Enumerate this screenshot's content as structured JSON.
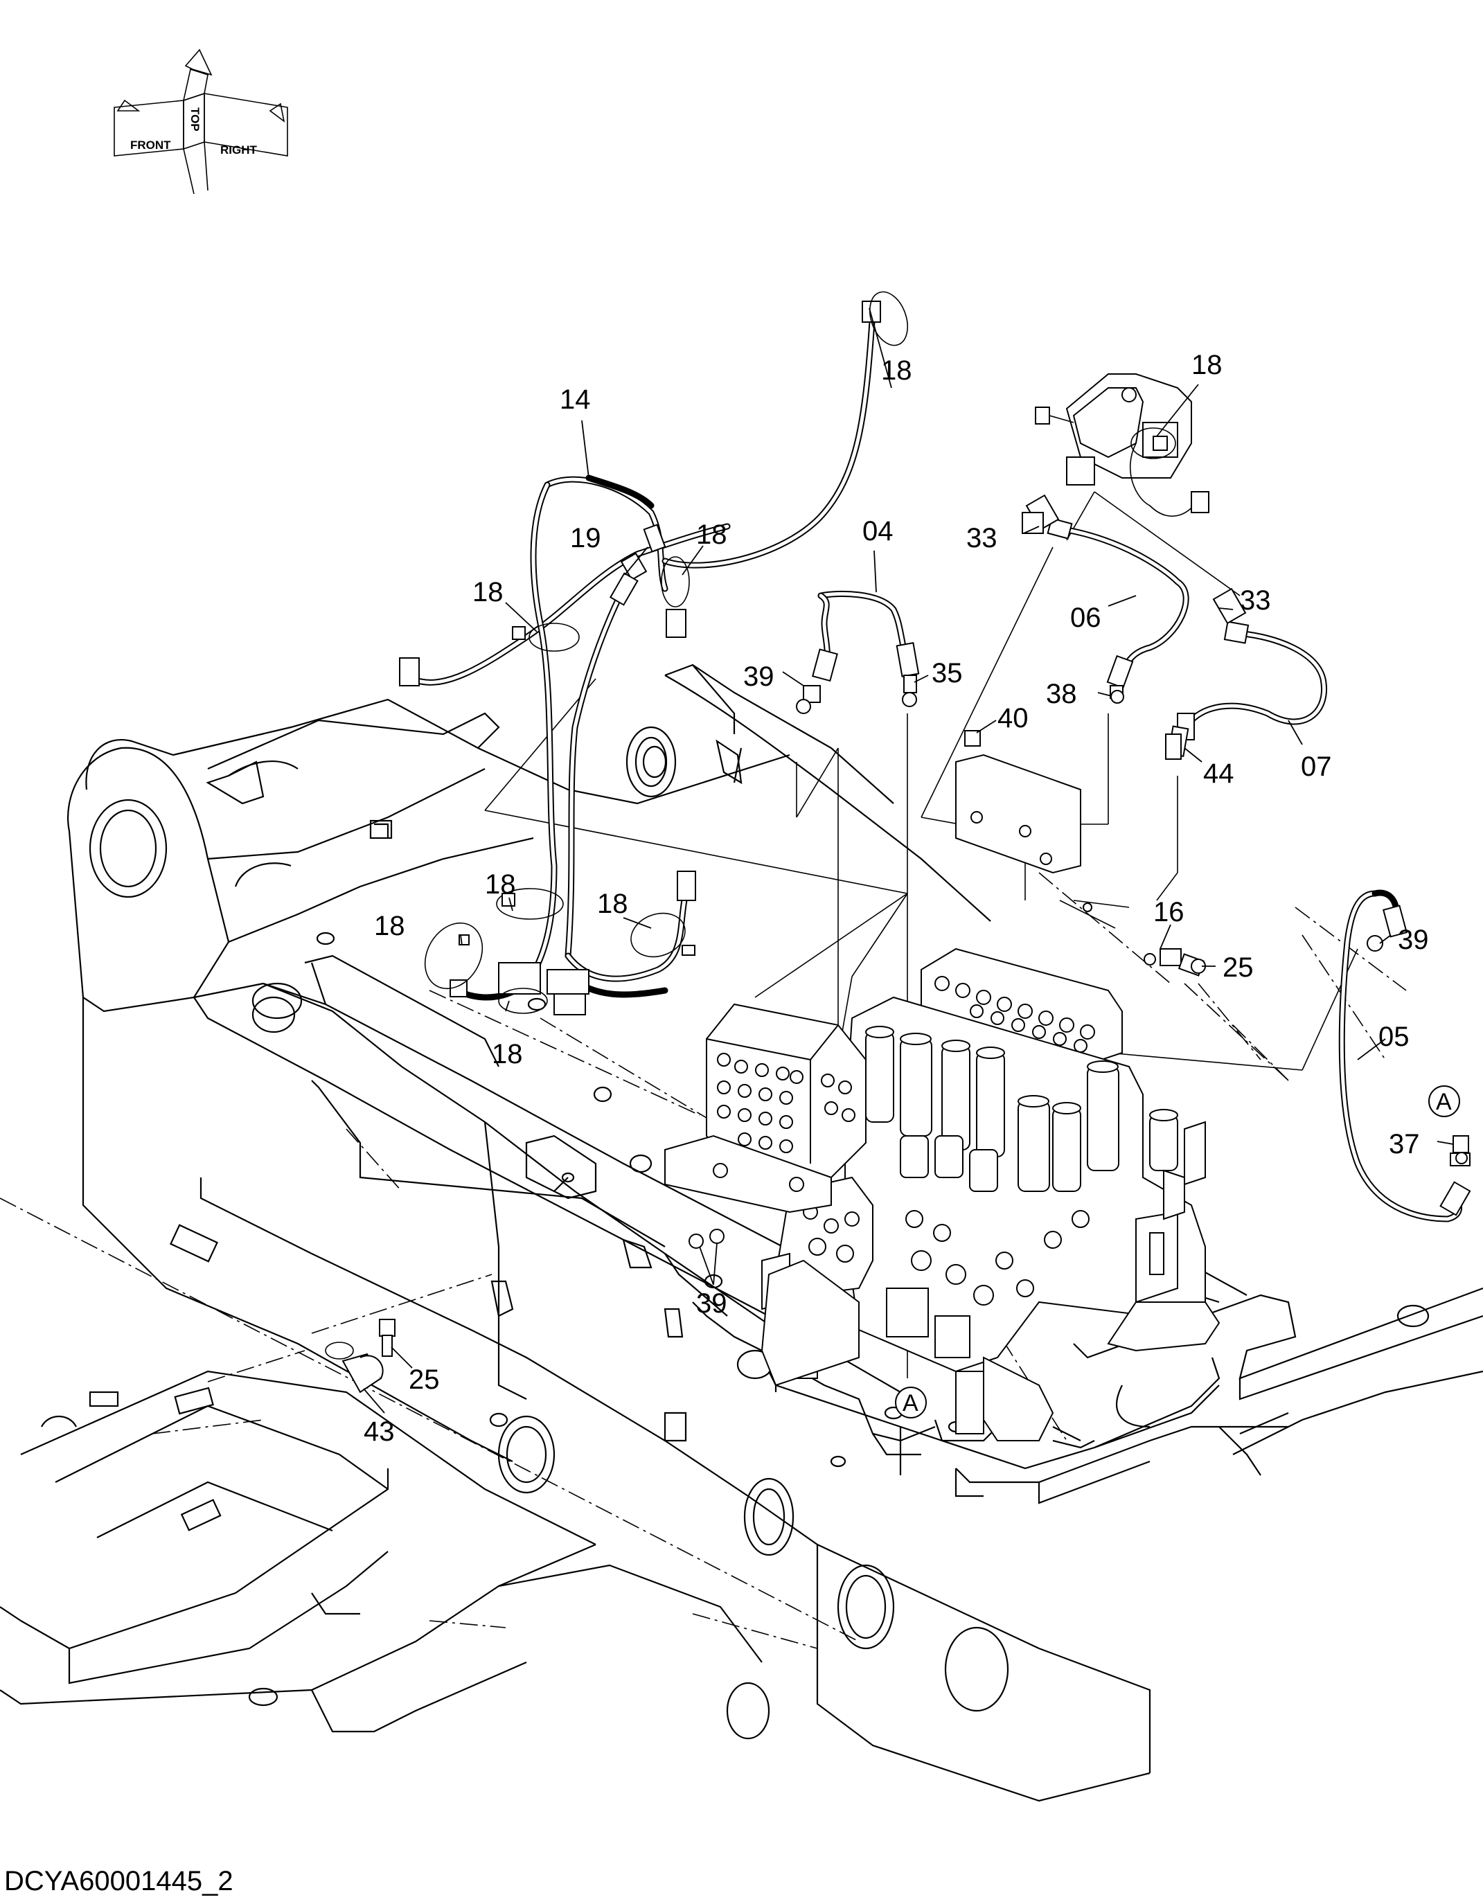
{
  "orientation": {
    "labels": [
      "FRONT",
      "TOP",
      "RIGHT"
    ]
  },
  "callouts": [
    {
      "id": "c14",
      "text": "14"
    },
    {
      "id": "c18a",
      "text": "18"
    },
    {
      "id": "c18b",
      "text": "18"
    },
    {
      "id": "c19",
      "text": "19"
    },
    {
      "id": "c18c",
      "text": "18"
    },
    {
      "id": "c18d",
      "text": "18"
    },
    {
      "id": "c04",
      "text": "04"
    },
    {
      "id": "c33a",
      "text": "33"
    },
    {
      "id": "c06",
      "text": "06"
    },
    {
      "id": "c33b",
      "text": "33"
    },
    {
      "id": "c39a",
      "text": "39"
    },
    {
      "id": "c35",
      "text": "35"
    },
    {
      "id": "c38",
      "text": "38"
    },
    {
      "id": "c40",
      "text": "40"
    },
    {
      "id": "c44",
      "text": "44"
    },
    {
      "id": "c07",
      "text": "07"
    },
    {
      "id": "c18e",
      "text": "18"
    },
    {
      "id": "c18f",
      "text": "18"
    },
    {
      "id": "c18g",
      "text": "18"
    },
    {
      "id": "c18h",
      "text": "18"
    },
    {
      "id": "c16",
      "text": "16"
    },
    {
      "id": "c25a",
      "text": "25"
    },
    {
      "id": "c39b",
      "text": "39"
    },
    {
      "id": "c05",
      "text": "05"
    },
    {
      "id": "cAa",
      "text": "A"
    },
    {
      "id": "c37",
      "text": "37"
    },
    {
      "id": "c39c",
      "text": "39"
    },
    {
      "id": "c25b",
      "text": "25"
    },
    {
      "id": "c43",
      "text": "43"
    },
    {
      "id": "cAb",
      "text": "A"
    }
  ],
  "document_id": "DCYA60001445_2"
}
